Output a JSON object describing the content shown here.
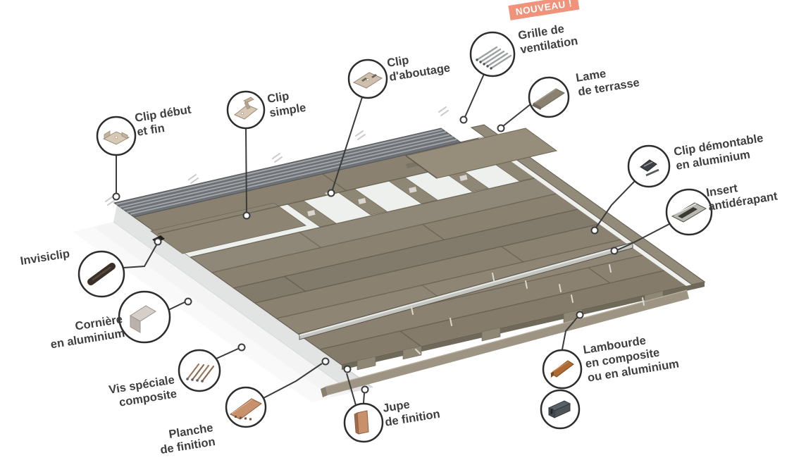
{
  "badge": {
    "text": "NOUVEAU !",
    "color": "#f0937a"
  },
  "callouts": [
    {
      "id": "clip-debut-fin",
      "lines": [
        "Clip début",
        "et fin"
      ]
    },
    {
      "id": "clip-simple",
      "lines": [
        "Clip",
        "simple"
      ]
    },
    {
      "id": "clip-aboutage",
      "lines": [
        "Clip",
        "d'aboutage"
      ]
    },
    {
      "id": "grille-ventilation",
      "lines": [
        "Grille de",
        "ventilation"
      ]
    },
    {
      "id": "lame-terrasse",
      "lines": [
        "Lame",
        "de terrasse"
      ]
    },
    {
      "id": "clip-demontable",
      "lines": [
        "Clip démontable",
        "en aluminium"
      ]
    },
    {
      "id": "insert-antiderapant",
      "lines": [
        "Insert",
        "antidérapant"
      ]
    },
    {
      "id": "invisiclip",
      "lines": [
        "Invisiclip"
      ]
    },
    {
      "id": "corniere-aluminium",
      "lines": [
        "Cornière",
        "en aluminium"
      ]
    },
    {
      "id": "vis-speciale",
      "lines": [
        "Vis spéciale",
        "composite"
      ]
    },
    {
      "id": "planche-finition",
      "lines": [
        "Planche",
        "de finition"
      ]
    },
    {
      "id": "jupe-finition",
      "lines": [
        "Jupe",
        "de finition"
      ]
    },
    {
      "id": "lambourde",
      "lines": [
        "Lambourde",
        "en composite",
        "ou en aluminium"
      ]
    }
  ],
  "colors": {
    "accent_badge": "#f0937a",
    "deck_board": "#8a8170",
    "deck_seam": "#6a6454",
    "joist": "#8f8775",
    "grille": "#6e7276",
    "aluminium_base": "#f3f4f3",
    "label_text": "#3e3e3e",
    "line": "#3b3b3b"
  }
}
